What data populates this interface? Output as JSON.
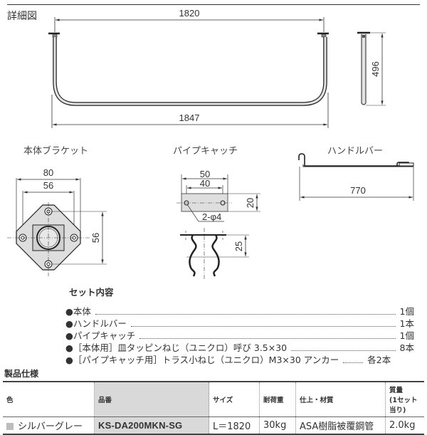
{
  "detail_drawing": {
    "title": "詳細図",
    "main_bar": {
      "top_dimension": "1820",
      "bottom_dimension": "1847"
    },
    "side_view": {
      "height_dimension": "496"
    }
  },
  "bracket": {
    "label": "本体ブラケット",
    "outer_width": "80",
    "hole_spacing_width": "56",
    "hole_spacing_height": "56"
  },
  "pipe_catch": {
    "label": "パイプキャッチ",
    "outer_width": "50",
    "hole_spacing": "40",
    "height": "20",
    "hole_note": "2-φ4",
    "clip_height": "25"
  },
  "handle_bar": {
    "label": "ハンドルバー",
    "length": "770"
  },
  "set_contents": {
    "title": "セット内容",
    "items": [
      {
        "name": "●本体",
        "qty": "1個"
      },
      {
        "name": "●ハンドルバー",
        "qty": "1本"
      },
      {
        "name": "●パイプキャッチ",
        "qty": "1個"
      },
      {
        "name": "●［本体用］皿タッピンねじ（ユニクロ）呼び 3.5×30",
        "qty": "8本"
      },
      {
        "name": "●［パイプキャッチ用］トラス小ねじ（ユニクロ）M3×30 アンカー",
        "qty": "各2本"
      }
    ]
  },
  "spec": {
    "title": "製品仕様",
    "headers": [
      "色",
      "品番",
      "サイズ",
      "耐荷重",
      "仕上・材質",
      "質量\n(1セット当り)"
    ],
    "header_mass_line1": "質量",
    "header_mass_line2": "(1セット当り)",
    "rows": [
      {
        "color": "シルバーグレー",
        "part_no": "KS-DA200MKN-SG",
        "size": "L＝1820",
        "load": "30kg",
        "material": "ASA樹脂被覆鋼管",
        "mass": "2.0kg"
      }
    ],
    "swatch_color": "#bdbdbd",
    "highlight_color": "#d9d9d9"
  }
}
